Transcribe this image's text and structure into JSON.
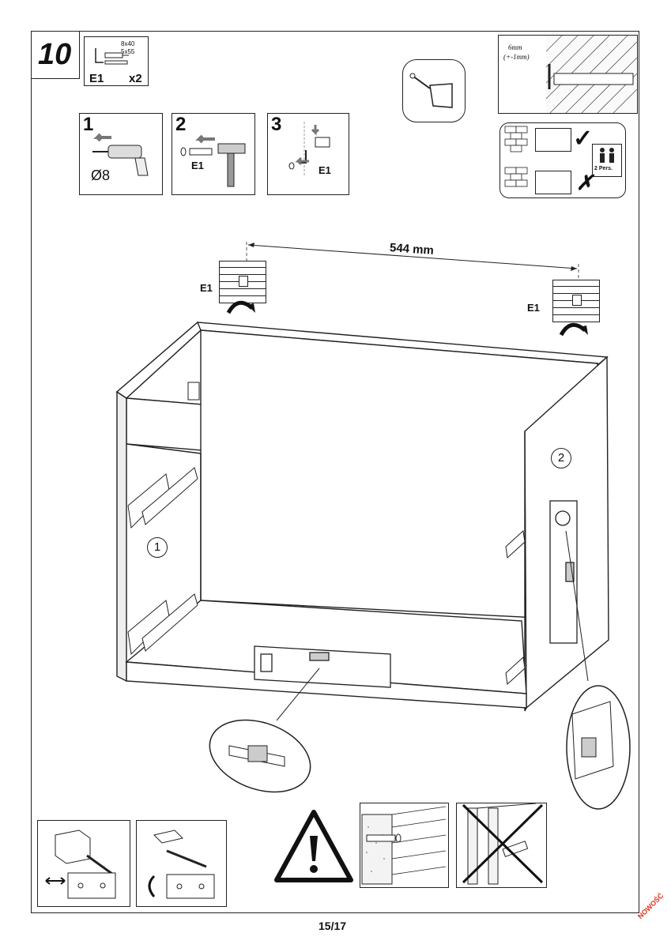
{
  "step": {
    "number": "10"
  },
  "parts": {
    "label": "E1",
    "qty": "x2",
    "dim_a": "8x40",
    "dim_b": "5x55"
  },
  "substeps": [
    {
      "num": "1",
      "label": "Ø8"
    },
    {
      "num": "2",
      "label": "E1"
    },
    {
      "num": "3",
      "label": "E1"
    }
  ],
  "wall_detail": {
    "spec_line1": "6mm",
    "spec_line2": "(+-1mm)"
  },
  "persons": {
    "label": "2 Pers."
  },
  "check": {
    "ok": "✓",
    "bad": "✗"
  },
  "measurement": {
    "distance": "544 mm"
  },
  "hooks": {
    "left_label": "E1",
    "right_label": "E1"
  },
  "markers": {
    "one": "1",
    "two": "2"
  },
  "footer": {
    "page": "15/17",
    "badge": "NOWOŚĆ"
  }
}
